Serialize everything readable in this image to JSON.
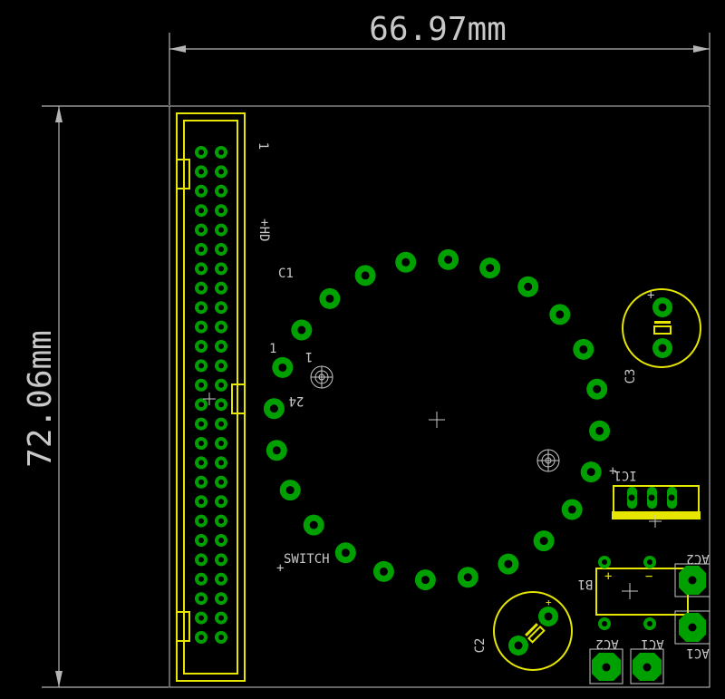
{
  "dimensions": {
    "width_label": "66.97mm",
    "height_label": "72.06mm"
  },
  "labels": {
    "hd_top_pin": "1",
    "hd_name": "HD",
    "c1": "C1",
    "pin_one": "1",
    "pin_one_b": "1",
    "pin_24": "24",
    "switch": "SWITCH",
    "c2": "C2",
    "c3": "C3",
    "ic1": "IC1",
    "b1": "B1",
    "ac2a": "AC2",
    "ac1a": "AC1",
    "ac2b": "AC2",
    "ac1b": "AC1"
  },
  "colors": {
    "pad": "#00a000",
    "silkscreen_yellow": "#e6e600",
    "text": "#c8c8c8",
    "background": "#000000"
  }
}
